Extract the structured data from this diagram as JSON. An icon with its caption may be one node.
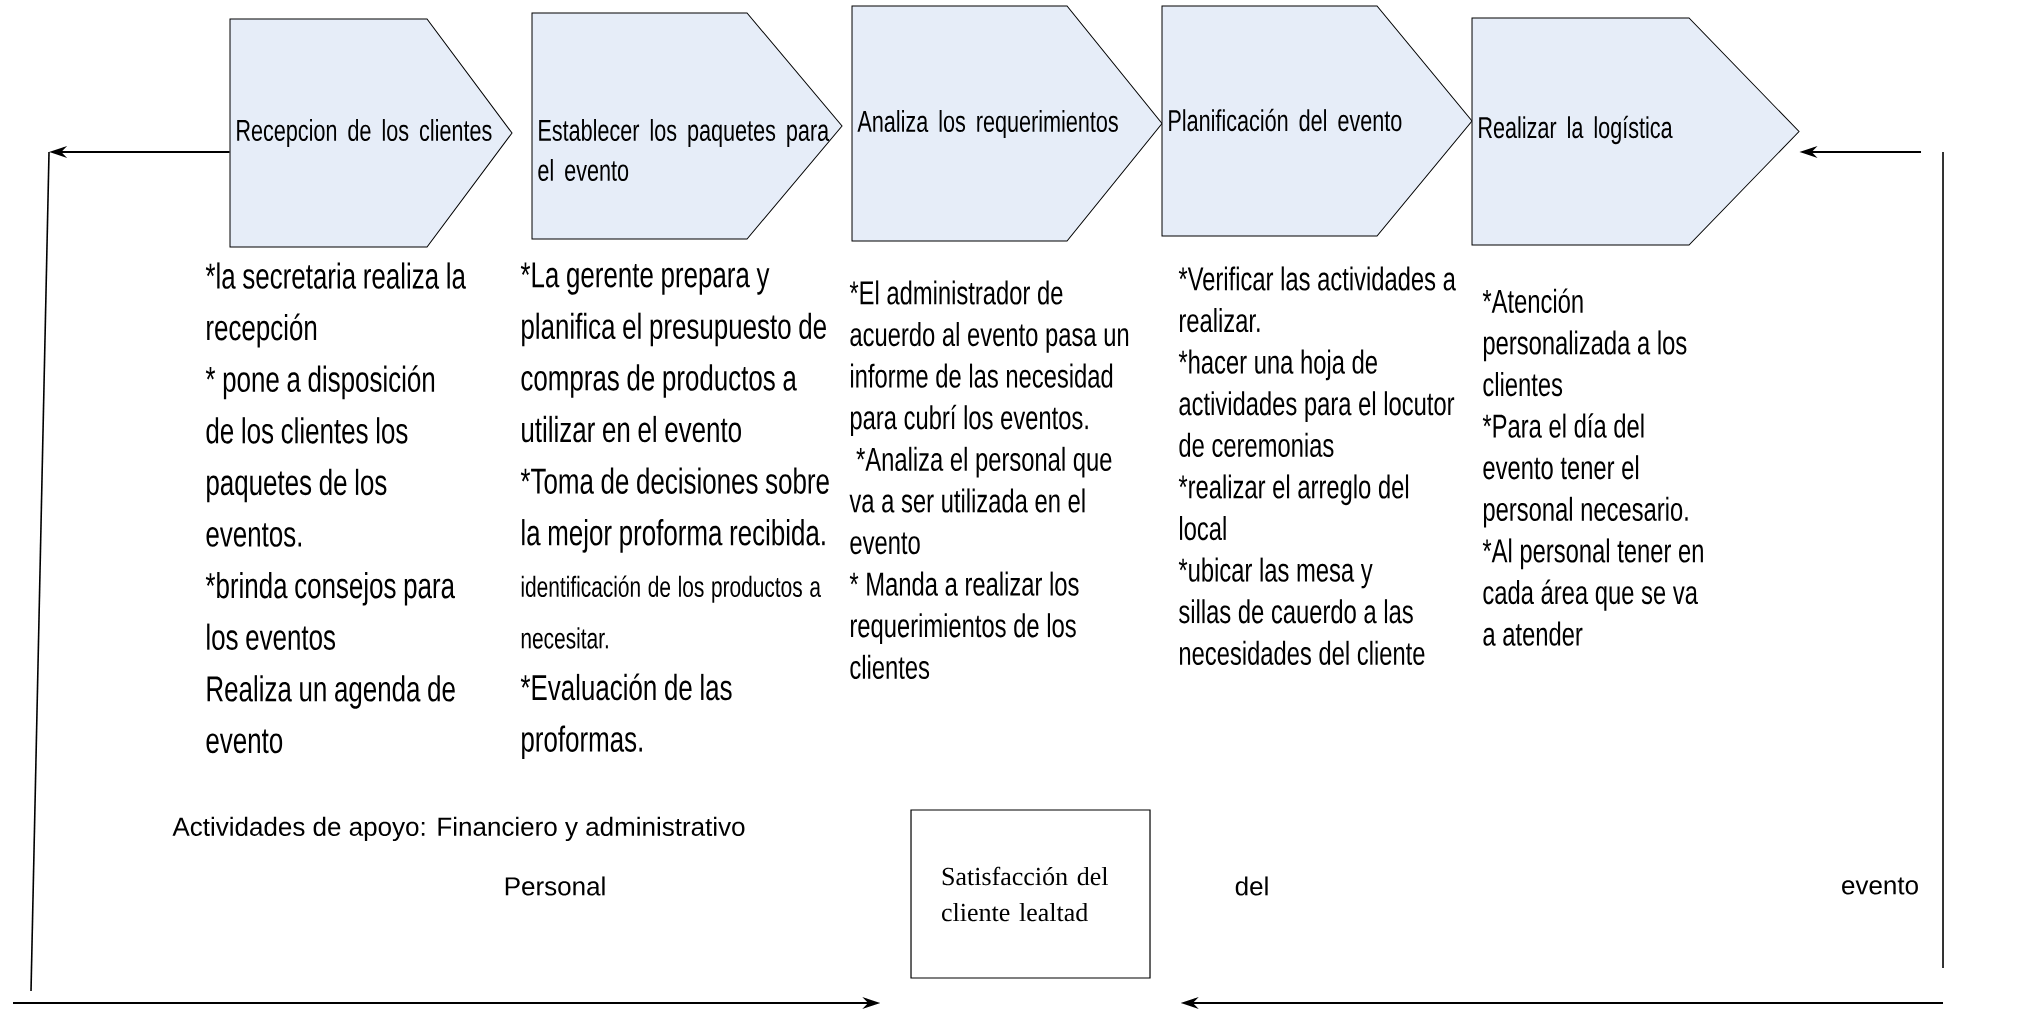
{
  "diagram": {
    "nodes": [
      {
        "text": [
          "Recepcion de los clientes"
        ],
        "beside": [
          "*la secretaria realiza la recepción",
          "* pone a disposición de los clientes los paquetes de los eventos.",
          "*brinda consejos para los eventos",
          "Realiza un agenda de evento"
        ]
      },
      {
        "text": [
          "Establecer los paquetes para el evento"
        ],
        "beside": [
          "*La gerente prepara y planifica el presupuesto de compras de productos a utilizar en el evento",
          "*Toma de decisiones sobre la mejor proforma recibida.",
          "identificación de los productos a necesitar.",
          "*Evaluación de las proformas."
        ]
      },
      {
        "text": [
          "Analiza los requerimientos"
        ],
        "beside": [
          "*El administrador de acuerdo al evento pasa un informe de las necesidad para cubrí los eventos.",
          " *Analiza el personal que va a ser utilizada en el evento",
          "* Manda a realizar los requerimientos de los clientes"
        ]
      },
      {
        "text": [
          "Planificación del evento"
        ],
        "beside": [
          "*Verificar las actividades a realizar.",
          "*hacer una hoja de actividades para el locutor de ceremonias",
          "*realizar el arreglo del local",
          "*ubicar las mesa y sillas de cauerdo a las necesidades del cliente"
        ]
      },
      {
        "text": [
          "Realizar la logística"
        ],
        "beside": [
          "*Atención personalizada a los clientes",
          "*Para el día del evento tener el personal necesario.",
          "*Al personal tener en cada área que se va a atender"
        ]
      },
      {
        "text": [
          "Satisfacción del cliente lealtad"
        ]
      }
    ],
    "edges": [
      {
        "from": 0,
        "to": null,
        "arrow": "to"
      },
      {
        "from": null,
        "to": 4,
        "arrow": "to"
      },
      {
        "from": null,
        "to": 5,
        "arrow": "to"
      },
      {
        "from": null,
        "to": 5,
        "arrow": "to"
      }
    ],
    "labels": [
      "Actividades de apoyo: Financiero y administrativo",
      "Personal",
      "del",
      "evento"
    ]
  }
}
